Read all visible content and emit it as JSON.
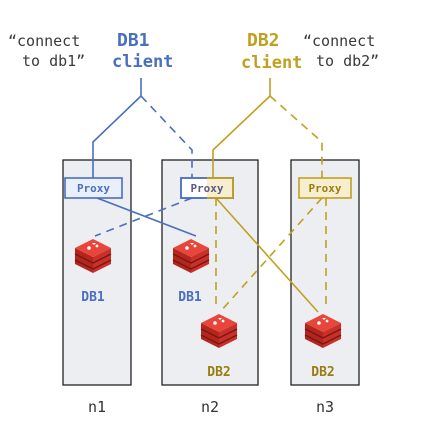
{
  "colors": {
    "db1": "#4a6fbf",
    "db2": "#c0a020",
    "redis": "#d63a2f",
    "node_fill": "#eceef2",
    "node_stroke": "#222222"
  },
  "clients": {
    "db1": {
      "quote_line1": "“connect",
      "quote_line2": "to db1”",
      "title": "DB1",
      "label": "client"
    },
    "db2": {
      "quote_line1": "“connect",
      "quote_line2": "to db2”",
      "title": "DB2",
      "label": "client"
    }
  },
  "nodes": [
    {
      "name": "n1",
      "proxy": "Proxy",
      "db_label": "DB1"
    },
    {
      "name": "n2",
      "proxy": "Proxy",
      "db_label_top": "DB1",
      "db_label_bottom": "DB2"
    },
    {
      "name": "n3",
      "proxy": "Proxy",
      "db_label": "DB2"
    }
  ],
  "icons": {
    "database": "redis-cube-icon"
  }
}
